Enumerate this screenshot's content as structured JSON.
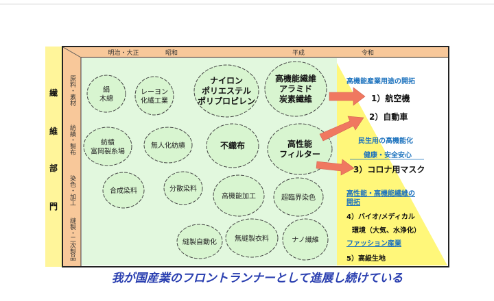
{
  "department": [
    "繊",
    "維",
    "部",
    "門"
  ],
  "eras": [
    "明治・大正",
    "昭和",
    "平成",
    "令和"
  ],
  "stages": [
    "原料・素材",
    "紡績・製布",
    "染色・加工",
    "縫製・二次製品"
  ],
  "circles": [
    {
      "lines": [
        "絹",
        "木綿"
      ]
    },
    {
      "lines": [
        "レーヨン",
        "化繊工業"
      ]
    },
    {
      "lines": [
        "ナイロン",
        "ポリエステル",
        "ポリプロピレン"
      ]
    },
    {
      "lines": [
        "高機能繊維",
        "アラミド",
        "炭素繊維"
      ]
    },
    {
      "lines": [
        "紡績",
        "富岡製糸場"
      ]
    },
    {
      "lines": [
        "無人化紡績"
      ]
    },
    {
      "lines": [
        "不織布"
      ]
    },
    {
      "lines": [
        "高性能",
        "フィルター"
      ]
    },
    {
      "lines": [
        "合成染料"
      ]
    },
    {
      "lines": [
        "分散染料"
      ]
    },
    {
      "lines": [
        "高機能加工"
      ]
    },
    {
      "lines": [
        "超臨界染色"
      ]
    },
    {
      "lines": [
        "縫製自動化"
      ]
    },
    {
      "lines": [
        "無縫製衣料"
      ]
    },
    {
      "lines": [
        "ナノ繊維"
      ]
    }
  ],
  "right": {
    "h1": "高機能産業用途の開拓",
    "i1": "1）航空機",
    "i2": "2）自動車",
    "h2": "民生用の高機能化",
    "h2b": "健康・安全安心",
    "i3": "3）コロナ用マスク",
    "h3a": "高性能・高機能繊維の",
    "h3b": "開拓",
    "i4": "4）バイオ/メディカル",
    "i4b": "環境（大気、水浄化）",
    "h4": "ファッション産業",
    "i5": "5）高級生地"
  },
  "title": "我が国産業のフロントランナーとして進展し続けている"
}
